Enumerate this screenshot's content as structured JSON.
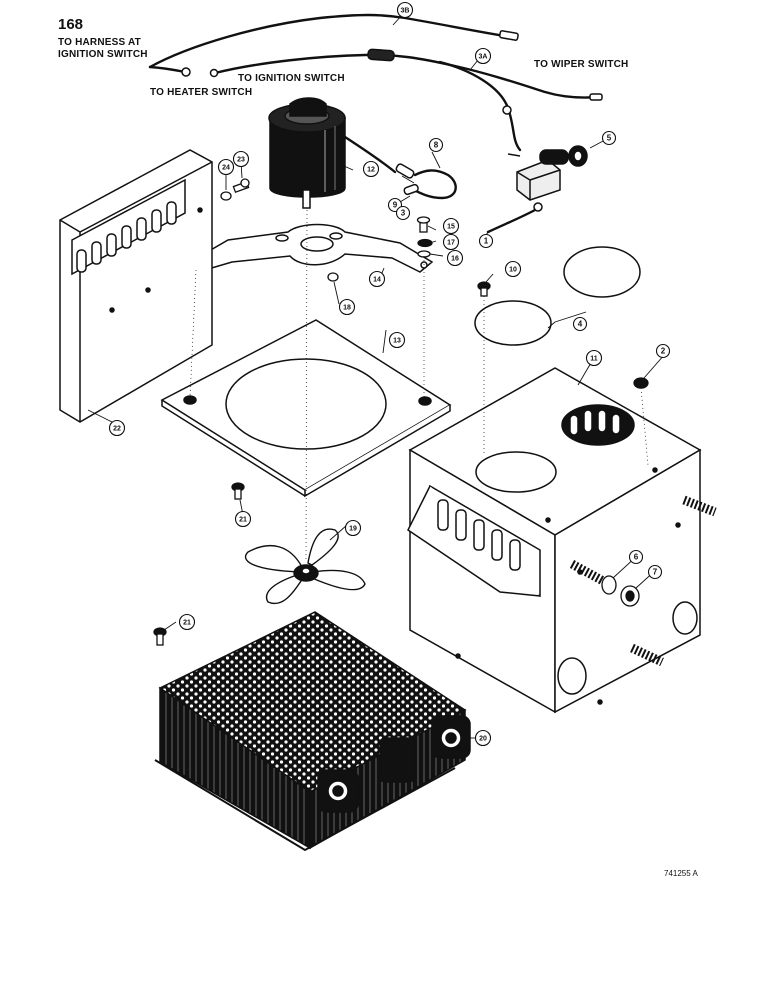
{
  "page_number": "168",
  "figure_id": "741255 A",
  "labels": {
    "harness_line1": "TO HARNESS AT",
    "harness_line2": "IGNITION SWITCH",
    "heater_switch": "TO HEATER SWITCH",
    "ignition_switch": "TO IGNITION SWITCH",
    "wiper_switch": "TO WIPER SWITCH"
  },
  "callouts": {
    "c1": "1",
    "c2": "2",
    "c3": "3",
    "c3a": "3A",
    "c3b": "3B",
    "c4": "4",
    "c5": "5",
    "c6": "6",
    "c7": "7",
    "c8": "8",
    "c9": "9",
    "c10": "10",
    "c11": "11",
    "c12": "12",
    "c13": "13",
    "c14": "14",
    "c15": "15",
    "c16": "16",
    "c17": "17",
    "c18": "18",
    "c19": "19",
    "c20": "20",
    "c21a": "21",
    "c21b": "21",
    "c22": "22",
    "c23": "23",
    "c24": "24"
  }
}
